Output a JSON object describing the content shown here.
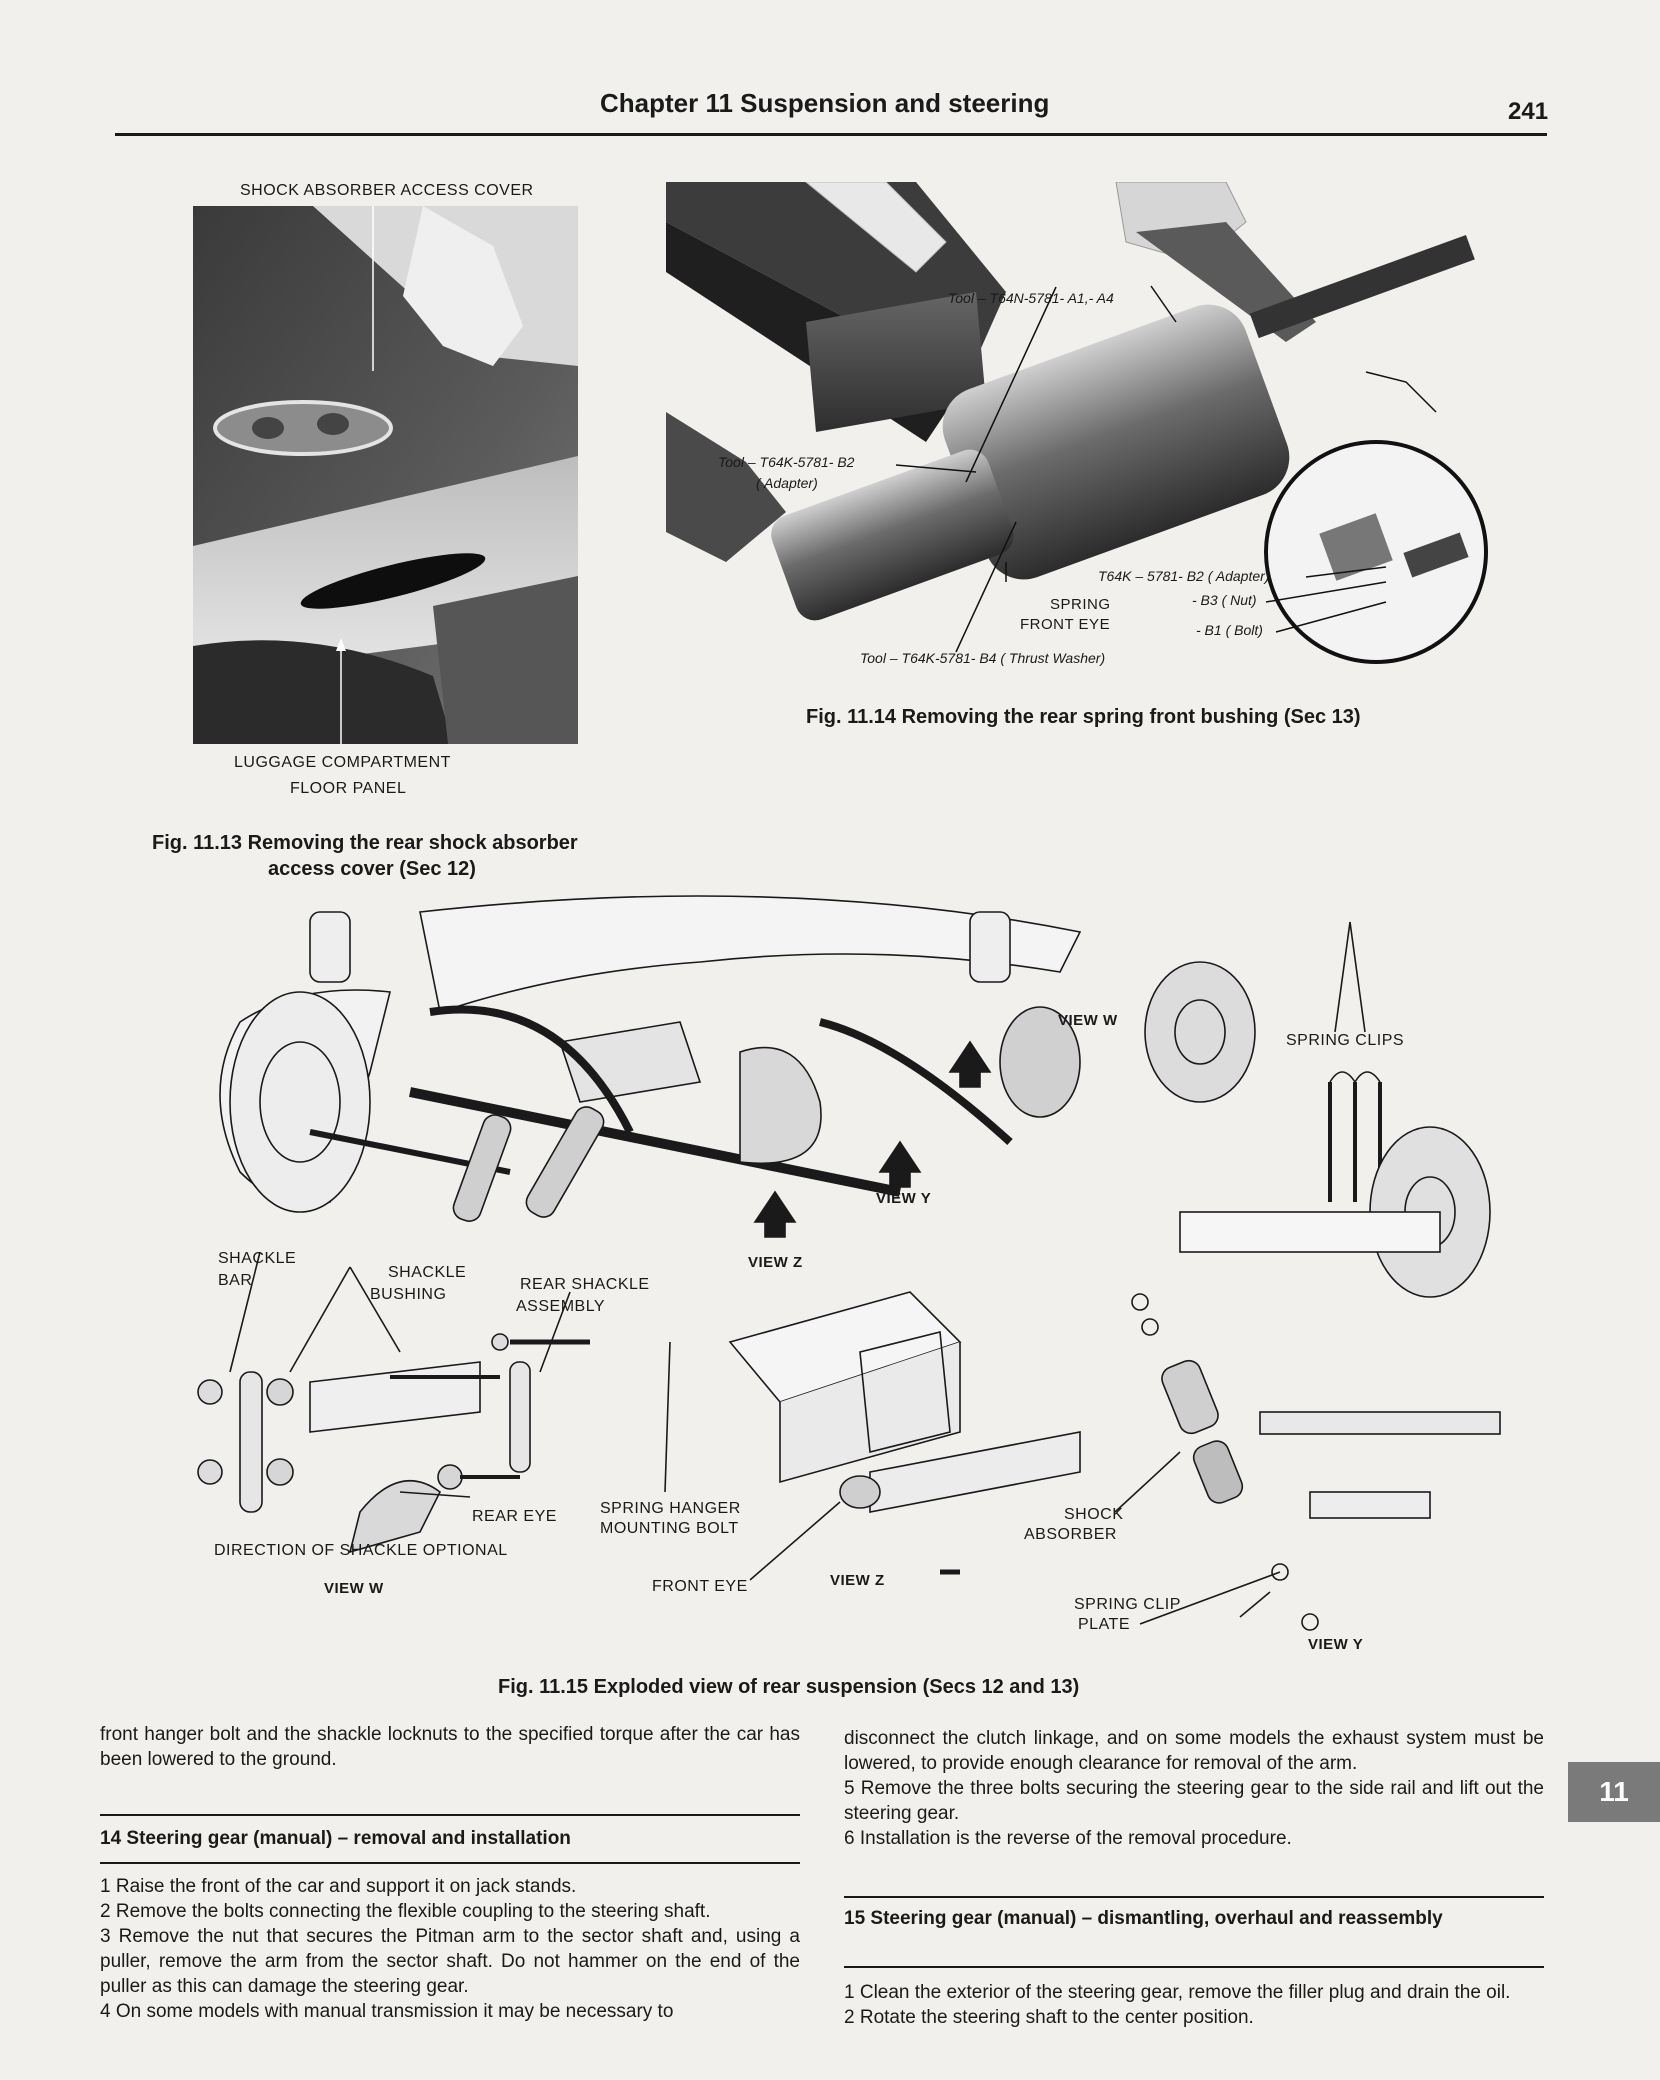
{
  "header": {
    "title": "Chapter 11  Suspension and steering",
    "page_number": "241"
  },
  "fig13": {
    "label_top": "SHOCK ABSORBER ACCESS COVER",
    "label_bottom_1": "LUGGAGE COMPARTMENT",
    "label_bottom_2": "FLOOR PANEL",
    "caption_1": "Fig. 11.13 Removing the rear shock absorber",
    "caption_2": "access cover (Sec 12)"
  },
  "fig14": {
    "tool_a": "Tool – T64N-5781- A1,- A4",
    "tool_b2": "Tool – T64K-5781- B2",
    "tool_b2_sub": "( Adapter)",
    "spring_front_eye_1": "SPRING",
    "spring_front_eye_2": "FRONT EYE",
    "tool_b4": "Tool – T64K-5781- B4 ( Thrust Washer)",
    "b2_adapter": "T64K – 5781- B2 ( Adapter)",
    "b3_nut": "- B3 ( Nut)",
    "b1_bolt": "- B1 ( Bolt)",
    "caption": "Fig. 11.14 Removing the rear spring front bushing (Sec 13)"
  },
  "fig15": {
    "view_w": "VIEW W",
    "view_y": "VIEW Y",
    "view_z": "VIEW Z",
    "spring_clips": "SPRING CLIPS",
    "shackle_bar_1": "SHACKLE",
    "shackle_bar_2": "BAR",
    "shackle_bushing_1": "SHACKLE",
    "shackle_bushing_2": "BUSHING",
    "rear_shackle_1": "REAR SHACKLE",
    "rear_shackle_2": "ASSEMBLY",
    "rear_eye": "REAR EYE",
    "direction": "DIRECTION OF SHACKLE OPTIONAL",
    "view_w_bottom": "VIEW W",
    "spring_hanger_1": "SPRING HANGER",
    "spring_hanger_2": "MOUNTING BOLT",
    "front_eye": "FRONT EYE",
    "view_z_bottom": "VIEW Z",
    "shock_1": "SHOCK",
    "shock_2": "ABSORBER",
    "clip_plate_1": "SPRING CLIP",
    "clip_plate_2": "PLATE",
    "view_y_bottom": "VIEW Y",
    "caption": "Fig. 11.15 Exploded view of rear suspension (Secs 12 and 13)"
  },
  "left_col": {
    "intro": "front hanger bolt and the shackle locknuts to the specified torque after the car has been lowered to the ground.",
    "sec14_title": "14  Steering gear (manual) – removal and installation",
    "p1": "1    Raise the front of the car and support it on jack stands.",
    "p2": "2    Remove the bolts connecting the flexible coupling to the steering shaft.",
    "p3": "3    Remove the nut that secures the Pitman arm to the sector shaft and, using a puller, remove the arm from the sector shaft. Do not hammer on the end of the puller as this can damage the steering gear.",
    "p4": "4    On some models with manual transmission it may be necessary to"
  },
  "right_col": {
    "intro": "disconnect the clutch linkage, and on some models the exhaust system must be lowered, to provide enough clearance for removal of the arm.",
    "p5": "5    Remove the three bolts securing the steering gear to the side rail and lift out the steering gear.",
    "p6": "6    Installation is the reverse of the removal procedure.",
    "sec15_title": "15  Steering gear (manual) – dismantling, overhaul and reassembly",
    "p1": "1    Clean the exterior of the steering gear, remove the filler plug and drain the oil.",
    "p2": "2    Rotate the steering shaft to the center position."
  },
  "tab_label": "11"
}
